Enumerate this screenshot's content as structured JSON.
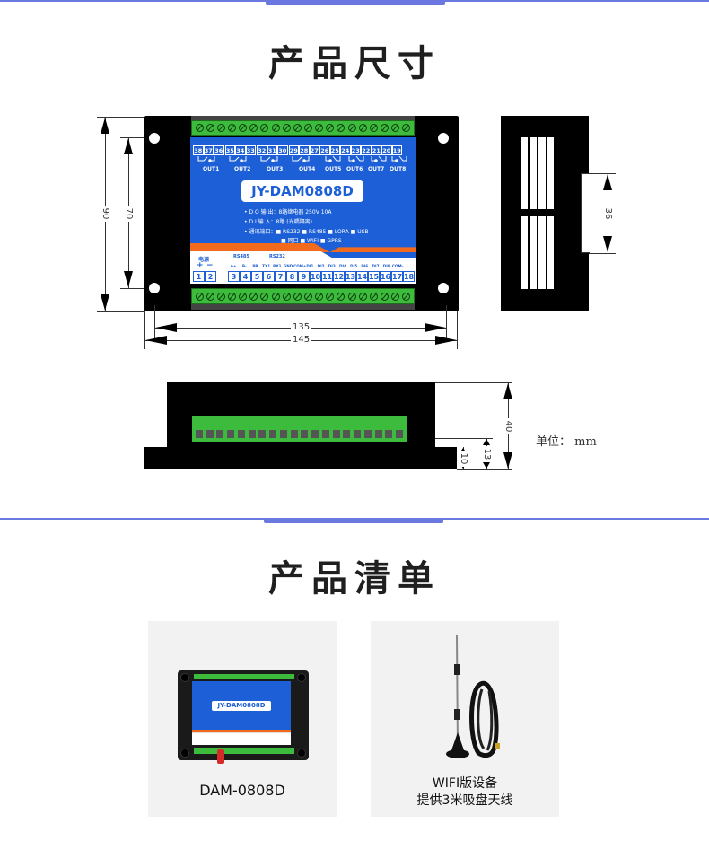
{
  "sections": {
    "dimensions": {
      "title": "产品尺寸"
    },
    "contents": {
      "title": "产品清单"
    }
  },
  "colors": {
    "accent_bar": "#6a78e0",
    "panel_blue": "#1c5fd6",
    "terminal_green": "#3dbb3d",
    "orange_band": "#f26a1b",
    "case_black": "#000000",
    "card_bg": "#f2f2f2"
  },
  "front_view": {
    "dimensions": {
      "height_outer": "90",
      "height_holes": "70",
      "width_holes": "135",
      "width_outer": "145"
    },
    "panel": {
      "top_pins": [
        "38",
        "37",
        "36",
        "35",
        "34",
        "33",
        "32",
        "31",
        "30",
        "29",
        "28",
        "27",
        "26",
        "25",
        "24",
        "23",
        "22",
        "21",
        "20",
        "19"
      ],
      "outputs": [
        "OUT1",
        "OUT2",
        "OUT3",
        "OUT4",
        "OUT5",
        "OUT6",
        "OUT7",
        "OUT8"
      ],
      "model": "JY-DAM0808D",
      "specs": [
        "• D O 输 出：8路继电器 250V 10A",
        "• D I 输 入：8路 (光耦隔离)",
        "• 通讯端口：■ RS232 ■ RS485 ■ LORA ■ USB",
        "■ 网口   ■ WIFI   ■ GPRS"
      ],
      "power_label": "电源",
      "power_polarity": [
        "+",
        "−"
      ],
      "rs485_label": "RS485",
      "rs232_label": "RS232",
      "bottom_labels": [
        "A+",
        "B-",
        "PB",
        "TX1",
        "RX1",
        "GND",
        "COM+",
        "DI1",
        "DI2",
        "DI3",
        "DI4",
        "DI5",
        "DI6",
        "DI7",
        "DI8",
        "COM-"
      ],
      "bottom_pins": [
        "1",
        "2",
        "3",
        "4",
        "5",
        "6",
        "7",
        "8",
        "9",
        "10",
        "11",
        "12",
        "13",
        "14",
        "15",
        "16",
        "17",
        "18"
      ]
    }
  },
  "side_view_right": {
    "dimension": "36"
  },
  "side_view_bottom": {
    "dimensions": {
      "total": "40",
      "step": "13",
      "base": "10"
    },
    "unit_label": "单位：  mm"
  },
  "product_list": [
    {
      "label_line1": "DAM-0808D",
      "label_line2": "",
      "image": "module-photo",
      "mini_model": "JY-DAM0808D"
    },
    {
      "label_line1": "WIFI版设备",
      "label_line2": "提供3米吸盘天线",
      "image": "antenna-photo"
    }
  ]
}
